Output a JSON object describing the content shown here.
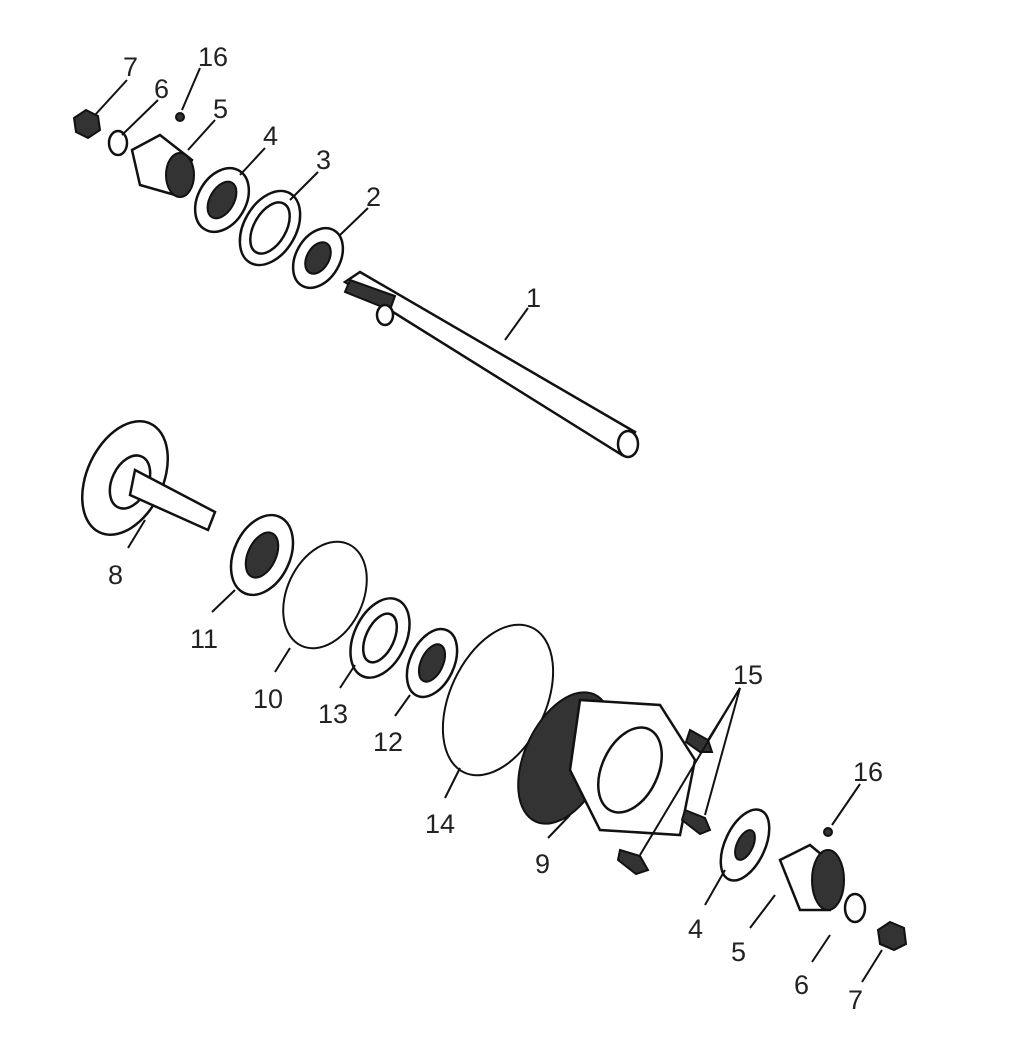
{
  "diagram": {
    "title": "",
    "labels": {
      "top_7": "7",
      "top_16": "16",
      "top_6": "6",
      "top_5": "5",
      "top_4": "4",
      "top_3": "3",
      "top_2": "2",
      "part_1": "1",
      "part_8": "8",
      "part_11": "11",
      "part_10": "10",
      "part_13": "13",
      "part_12": "12",
      "part_14": "14",
      "part_9": "9",
      "part_15": "15",
      "bot_16": "16",
      "bot_4": "4",
      "bot_5": "5",
      "bot_6": "6",
      "bot_7": "7"
    }
  }
}
